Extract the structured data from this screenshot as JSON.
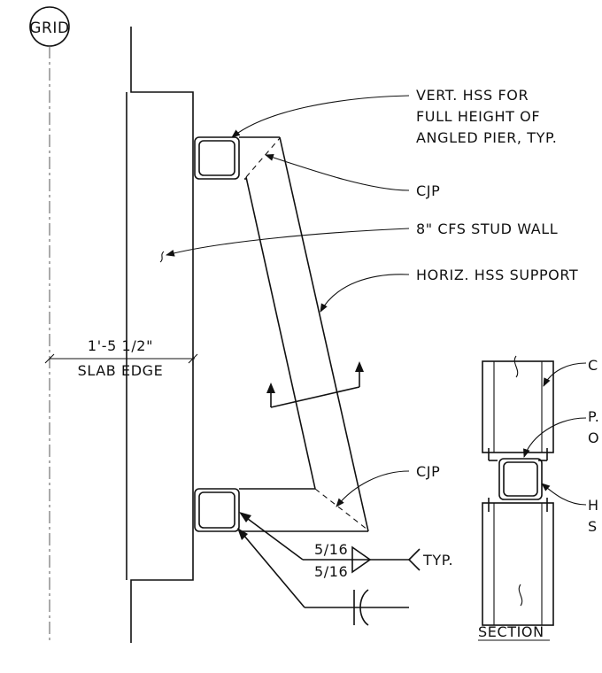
{
  "grid_label": "GRID",
  "labels": {
    "vert_hss_line1": "VERT. HSS FOR",
    "vert_hss_line2": "FULL HEIGHT OF",
    "vert_hss_line3": "ANGLED PIER, TYP.",
    "cjp_top": "CJP",
    "stud_wall": "8\" CFS STUD WALL",
    "horiz_hss": "HORIZ. HSS SUPPORT",
    "cjp_bottom": "CJP",
    "weld_top": "5/16",
    "weld_bottom": "5/16",
    "typ": "TYP."
  },
  "dimension": {
    "value": "1'-5 1/2\"",
    "label": "SLAB EDGE"
  },
  "section": {
    "title": "SECTION",
    "label_1": "C",
    "label_2a": "P.",
    "label_2b": "O",
    "label_3a": "H",
    "label_3b": "S"
  }
}
